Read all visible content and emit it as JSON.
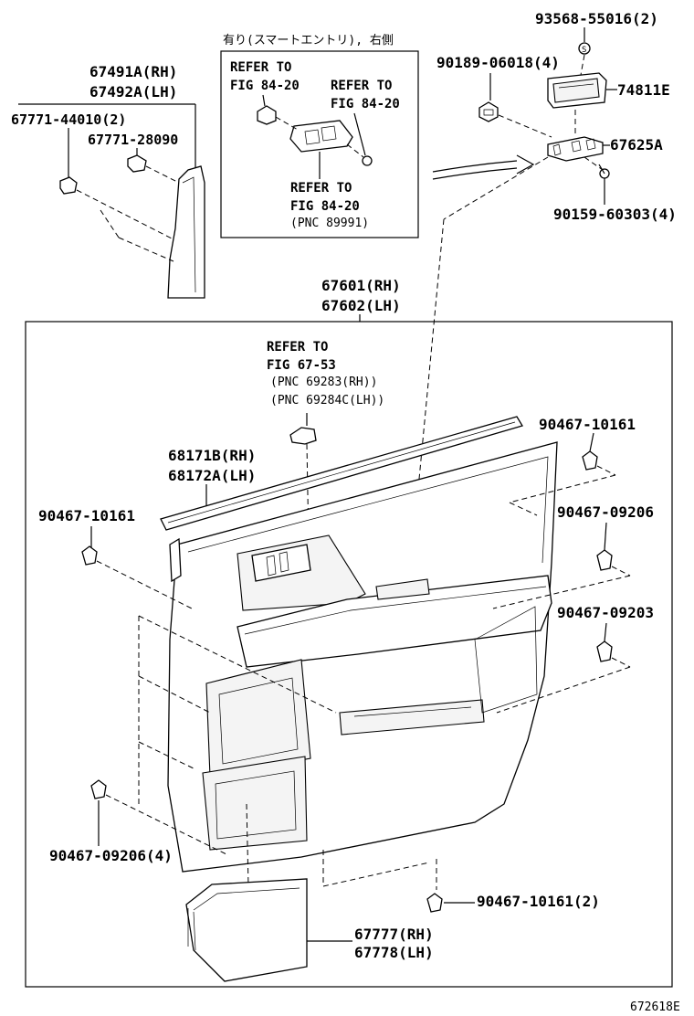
{
  "labels": {
    "p93568": "93568-55016(2)",
    "p90189": "90189-06018(4)",
    "p74811": "74811E",
    "p67625": "67625A",
    "p90159": "90159-60303(4)",
    "p67491": "67491A(RH)",
    "p67492": "67492A(LH)",
    "p67771a": "67771-44010(2)",
    "p67771b": "67771-28090",
    "p67601": "67601(RH)",
    "p67602": "67602(LH)",
    "p68171": "68171B(RH)",
    "p68172": "68172A(LH)",
    "p90467a": "90467-10161",
    "p90467b": "90467-10161",
    "p90467c": "90467-09206",
    "p90467d": "90467-09203",
    "p90467e": "90467-09206(4)",
    "p90467f": "90467-10161(2)",
    "p67777": "67777(RH)",
    "p67778": "67778(LH)"
  },
  "inset": {
    "heading": "有り(スマートエントリ), 右側",
    "ref1": [
      "REFER TO",
      "FIG 84-20"
    ],
    "ref2": [
      "REFER TO",
      "FIG 84-20"
    ],
    "ref3": [
      "REFER TO",
      "FIG 84-20",
      "(PNC 89991)"
    ]
  },
  "refer_main": [
    "REFER TO",
    "FIG 67-53",
    "(PNC 69283(RH))",
    "(PNC 69284C(LH))"
  ],
  "s_mark": "S",
  "figure_id": "672618E"
}
